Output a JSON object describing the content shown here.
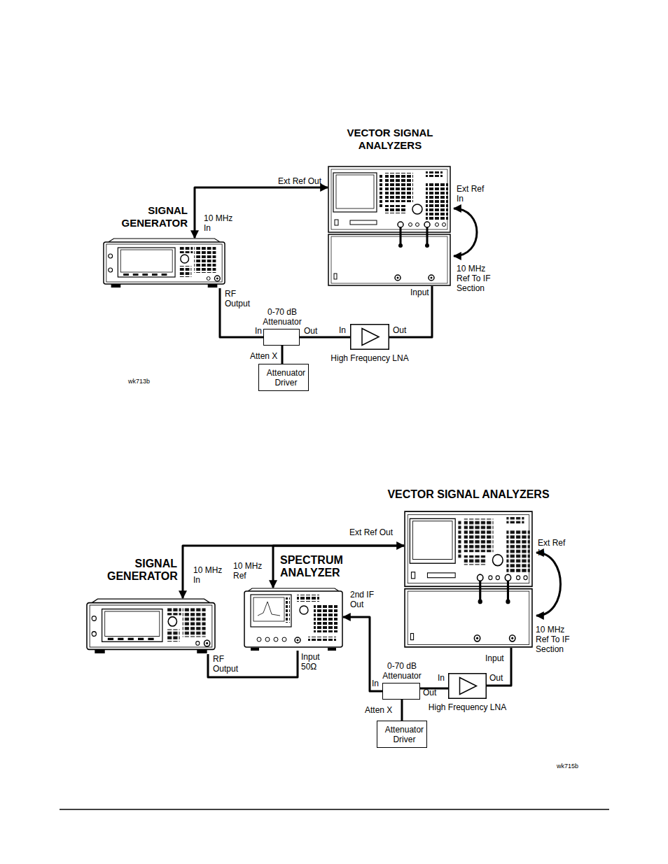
{
  "diagram": {
    "nodes": [
      {
        "text": [
          "SIGNAL GENERATOR"
        ]
      },
      {
        "text": [
          "VECTOR SIGNAL ANALYZERS"
        ]
      },
      {
        "text": [
          "0-70 dB Attenuator"
        ]
      },
      {
        "text": [
          "High Frequency LNA"
        ]
      },
      {
        "text": [
          "Attenuator Driver"
        ]
      },
      {
        "text": [
          "SIGNAL GENERATOR"
        ]
      },
      {
        "text": [
          "SPECTRUM ANALYZER"
        ]
      },
      {
        "text": [
          "VECTOR SIGNAL ANALYZERS"
        ]
      },
      {
        "text": [
          "0-70 dB Attenuator"
        ]
      },
      {
        "text": [
          "High Frequency LNA"
        ]
      },
      {
        "text": [
          "Attenuator Driver"
        ]
      }
    ],
    "edges": [
      {
        "from": 1,
        "to": 0,
        "arrow": "both"
      },
      {
        "from": 0,
        "to": 2,
        "arrow": "none"
      },
      {
        "from": 2,
        "to": 3,
        "arrow": "none"
      },
      {
        "from": 3,
        "to": 1,
        "arrow": "none"
      },
      {
        "from": 2,
        "to": 4,
        "arrow": "none"
      },
      {
        "from": 7,
        "to": 5,
        "arrow": "both"
      },
      {
        "from": 7,
        "to": 6,
        "arrow": "to"
      },
      {
        "from": 5,
        "to": 6,
        "arrow": "none"
      },
      {
        "from": 8,
        "to": 6,
        "arrow": "to"
      },
      {
        "from": 8,
        "to": 9,
        "arrow": "none"
      },
      {
        "from": 9,
        "to": 7,
        "arrow": "none"
      },
      {
        "from": 8,
        "to": 10,
        "arrow": "none"
      }
    ],
    "labels": [
      "Ext Ref Out",
      "10 MHz In",
      "Ext Ref In",
      "10 MHz Ref To IF Section",
      "RF Output",
      "Input",
      "In",
      "Out",
      "Atten X",
      "In",
      "Out",
      "wk713b",
      "Ext Ref Out",
      "10 MHz In",
      "10 MHz Ref",
      "2nd IF Out",
      "Ext Ref In",
      "10 MHz Ref To IF Section",
      "RF Output",
      "Input 50Ω",
      "Input",
      "In",
      "Out",
      "Atten X",
      "In",
      "Out",
      "wk715b"
    ]
  }
}
